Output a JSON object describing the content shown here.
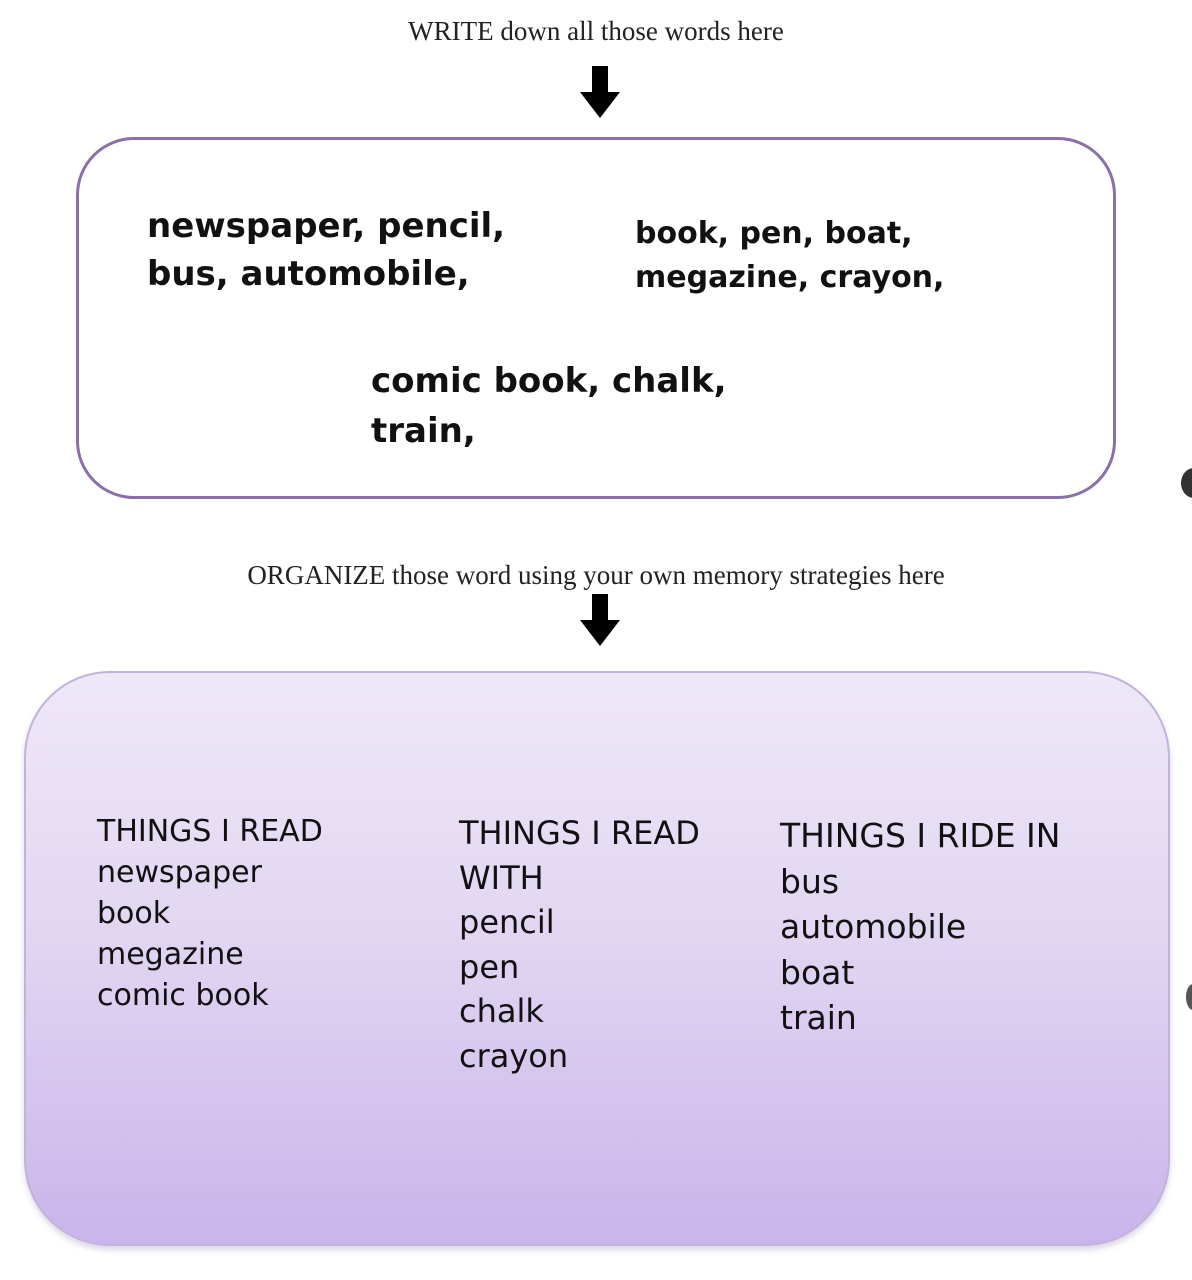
{
  "instructions": {
    "write": "WRITE down all those words here",
    "organize": "ORGANIZE those word using your own memory strategies here"
  },
  "write_box": {
    "groups": [
      {
        "lines": [
          "newspaper,  pencil,",
          "bus, automobile,"
        ]
      },
      {
        "lines": [
          "book, pen, boat,",
          "megazine, crayon,"
        ]
      },
      {
        "lines": [
          "comic book, chalk,",
          "train,"
        ]
      }
    ]
  },
  "organize_box": {
    "categories": [
      {
        "heading": "THINGS I READ",
        "items": [
          "newspaper",
          "book",
          "megazine",
          "comic book"
        ]
      },
      {
        "heading": "THINGS I READ WITH",
        "items": [
          "pencil",
          "pen",
          "chalk",
          "crayon"
        ]
      },
      {
        "heading": "THINGS I RIDE IN",
        "items": [
          "bus",
          "automobile",
          "boat",
          "train"
        ]
      }
    ]
  },
  "colors": {
    "write_box_border": "#8a70a8",
    "organize_gradient_top": "#efe8f8",
    "organize_gradient_bottom": "#c9b5ea",
    "arrow": "#000000"
  },
  "icons": {
    "arrow_1": "arrow-down-icon",
    "arrow_2": "arrow-down-icon"
  }
}
